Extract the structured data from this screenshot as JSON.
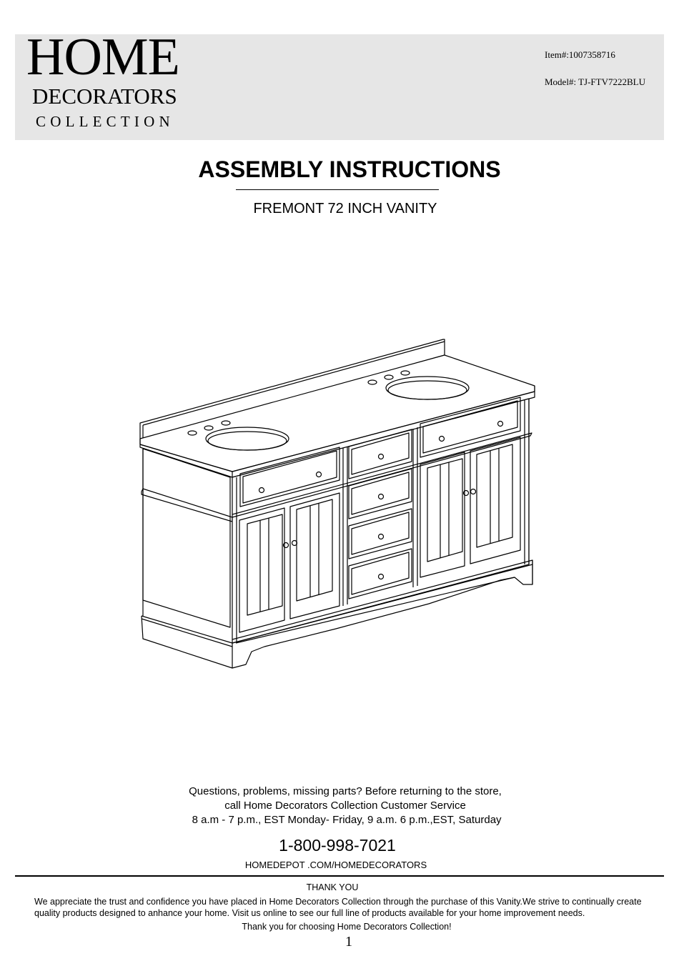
{
  "header": {
    "logo": {
      "line1": "HOME",
      "line2": "DECORATORS",
      "line3": "COLLECTION"
    },
    "item_number": "Item#:1007358716",
    "model_number": "Model#: TJ-FTV7222BLU",
    "banner_color": "#e6e6e6"
  },
  "document": {
    "title": "ASSEMBLY INSTRUCTIONS",
    "subtitle": "FREMONT 72 INCH VANITY",
    "illustration": "vanity-line-drawing"
  },
  "support": {
    "lines": [
      "Questions, problems, missing parts? Before returning to the store,",
      "call Home Decorators Collection Customer Service",
      " 8 a.m - 7 p.m., EST Monday- Friday, 9 a.m. 6 p.m.,EST, Saturday"
    ],
    "phone": "1-800-998-7021",
    "website": "HOMEDEPOT .COM/HOMEDECORATORS"
  },
  "footer": {
    "heading": "THANK YOU",
    "body": "We appreciate the trust and confidence you have placed in Home Decorators Collection through the purchase of this Vanity.We strive to continually create quality products designed to anhance your home. Visit us online to see our full line of products available for your home improvement needs.",
    "closing": "Thank you for choosing Home Decorators Collection!",
    "page_number": "1"
  }
}
